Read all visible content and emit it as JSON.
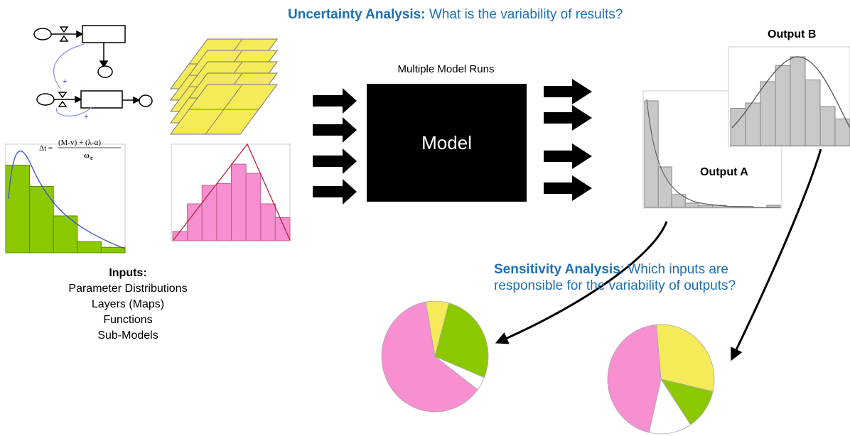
{
  "uncertainty": {
    "heading": "Uncertainty Analysis:",
    "question": " What is the variability of results?"
  },
  "model": {
    "runs_label": "Multiple Model Runs",
    "label": "Model"
  },
  "outputs": {
    "a_label": "Output A",
    "b_label": "Output B"
  },
  "sensitivity": {
    "heading": "Sensitivity Analysis",
    "question_line1": ": Which inputs are",
    "question_line2": "responsible for the variability of outputs?"
  },
  "inputs": {
    "heading": "Inputs:",
    "items": [
      "Parameter Distributions",
      "Layers (Maps)",
      "Functions",
      "Sub-Models"
    ]
  },
  "equation": {
    "lhs": "Δt =",
    "numerator": "(M-v) + (λ-α)",
    "denominator": "ω",
    "denominator_sub": "e"
  },
  "colors": {
    "accent_blue": "#1f6fb3",
    "green": "#8cc800",
    "pink": "#f78fd0",
    "yellow": "#f5ea58",
    "gray_bar": "#c8c8c8"
  },
  "histograms": {
    "green_input": [
      0.95,
      0.72,
      0.4,
      0.12,
      0.06
    ],
    "pink_input": [
      0.1,
      0.4,
      0.6,
      0.62,
      0.83,
      0.73,
      0.4,
      0.25
    ],
    "output_a": [
      1.0,
      0.38,
      0.12,
      0.04,
      0.02,
      0.02,
      0.01,
      0.01,
      0.0,
      0.02
    ],
    "output_b": [
      0.42,
      0.48,
      0.72,
      0.9,
      1.0,
      0.74,
      0.44,
      0.3
    ]
  },
  "pies": {
    "output_a_shares": [
      0.07,
      0.27,
      0.04,
      0.62
    ],
    "output_b_shares": [
      0.3,
      0.12,
      0.13,
      0.45
    ]
  }
}
